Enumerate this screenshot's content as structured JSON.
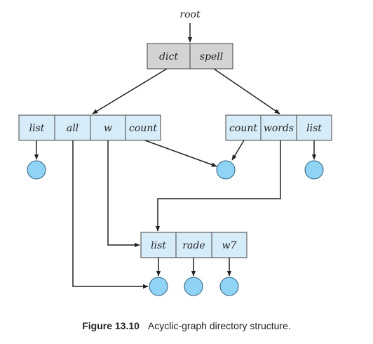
{
  "diagram": {
    "root_label": "root",
    "directories": {
      "root_dir": [
        "dict",
        "spell"
      ],
      "dict_dir": [
        "list",
        "all",
        "w",
        "count"
      ],
      "spell_dir": [
        "count",
        "words",
        "list"
      ],
      "shared_dir": [
        "list",
        "rade",
        "w7"
      ]
    }
  },
  "caption": {
    "figure_number": "Figure 13.10",
    "text": "Acyclic-graph directory structure."
  },
  "colors": {
    "root_directory_fill": "#d3d3d3",
    "directory_fill": "#d6ecf8",
    "file_node_fill": "#8fd3f5",
    "file_node_stroke": "#2a5d7a",
    "line": "#222222"
  }
}
